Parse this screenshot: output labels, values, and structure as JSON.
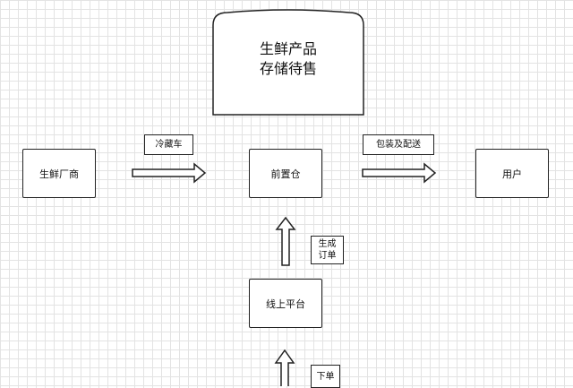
{
  "storage": {
    "line1": "生鲜产品",
    "line2": "存储待售"
  },
  "nodes": {
    "vendor": "生鲜厂商",
    "warehouse": "前置仓",
    "user": "用户",
    "platform": "线上平台"
  },
  "edges": {
    "cold_chain": "冷藏车",
    "delivery": "包装及配送",
    "order_line1": "生成",
    "order_line2": "订单",
    "place_order": "下单"
  }
}
